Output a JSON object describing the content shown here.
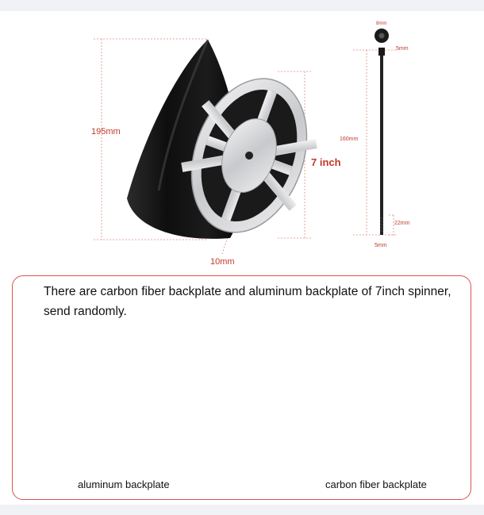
{
  "dimensions": {
    "height_label": "195mm",
    "diameter_label": "7 inch",
    "center_hole_label": "10mm",
    "bolt_head_label": "8mm",
    "bolt_head_width_label": "5mm",
    "bolt_length_label": "160mm",
    "thread_length_label": "22mm",
    "bolt_diameter_label": "5mm"
  },
  "notice": {
    "text": "There are carbon fiber backplate and aluminum backplate of 7inch spinner, send randomly."
  },
  "variants": [
    {
      "caption": "aluminum backplate"
    },
    {
      "caption": "carbon fiber backplate"
    }
  ],
  "colors": {
    "accent_red": "#c0392b",
    "carbon": "#151515",
    "aluminum": "#d9dadd"
  }
}
